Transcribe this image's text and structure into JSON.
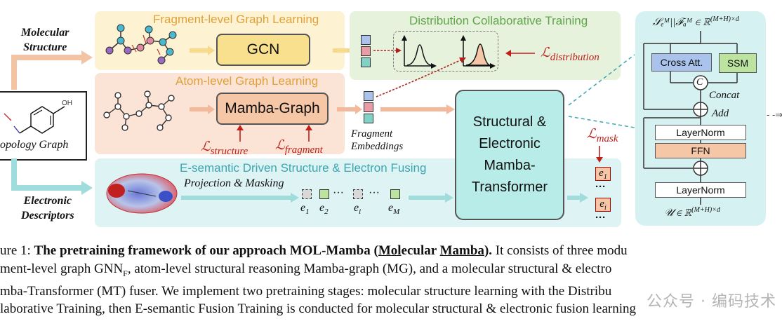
{
  "left": {
    "molecular_structure_1": "Molecular",
    "molecular_structure_2": "Structure",
    "topology_graph": "opology Graph",
    "electronic_1": "Electronic",
    "electronic_2": "Descriptors",
    "mol_oh": "OH"
  },
  "fragment_panel": {
    "title": "Fragment-level Graph Learning",
    "gcn": "GCN"
  },
  "distribution_panel": {
    "title": "Distribution Collaborative Training",
    "loss": "ℒ",
    "loss_sub": "distribution"
  },
  "atom_panel": {
    "title": "Atom-level Graph Learning",
    "mamba_graph": "Mamba-Graph",
    "loss_structure": "ℒ",
    "loss_structure_sub": "structure",
    "loss_fragment": "ℒ",
    "loss_fragment_sub": "fragment"
  },
  "fragment_embeddings_1": "Fragment",
  "fragment_embeddings_2": "Embeddings",
  "center_box": {
    "line1": "Structural &",
    "line2": "Electronic",
    "line3": "Mamba-",
    "line4": "Transformer"
  },
  "mask_loss": "ℒ",
  "mask_loss_sub": "mask",
  "esemantic_panel": {
    "title": "E-semantic Driven Structure & Electron Fusing",
    "projection": "Projection & Masking",
    "e1": "e",
    "e1_sub": "1",
    "e2": "e",
    "e2_sub": "2",
    "ei": "e",
    "ei_sub": "i",
    "eM": "e",
    "eM_sub": "M",
    "dots": "···"
  },
  "mask_col": {
    "e1": "e",
    "e1_sub": "1",
    "ei": "e",
    "ei_sub": "i",
    "dots": "···"
  },
  "right_panel": {
    "formula_top": "𝒮",
    "formula_top_text": "ℇ ||ℱ  ∈ ℝ",
    "formula_top_full": "S_E^M || F_A^M ∈ ℝ^(M+H)×d",
    "cross_att": "Cross Att.",
    "ssm": "SSM",
    "concat_sym": "C",
    "concat": "Concat",
    "add": "Add",
    "layernorm1": "LayerNorm",
    "ffn": "FFN",
    "layernorm2": "LayerNorm",
    "formula_bottom": "𝒰 ∈ ℝ^(M+H)×d"
  },
  "caption": {
    "l1_prefix": "ure 1: ",
    "l1_bold": "The pretraining framework of our approach MOL-Mamba (",
    "l1_u1": "Mol",
    "l1_mid": "ecular ",
    "l1_u2": "Mamba",
    "l1_end": ").",
    "l1_rest": " It consists of three modu",
    "l2": "ment-level graph GNN",
    "l2_sub": "F",
    "l2_rest": ", atom-level structural reasoning Mamba-graph (MG), and a molecular structural & electro",
    "l3": "mba-Transformer (MT) fuser. We implement two pretraining stages: molecular structure learning with the Distribu",
    "l4": "laborative Training, then E-semantic Fusion Training is conducted for molecular structural & electronic fusion learning"
  },
  "watermark": "公众号 · 编码技术",
  "colors": {
    "fragment_bg": "#fdf3d2",
    "gcn_fill": "#f9e08e",
    "distribution_bg": "#e6f2dc",
    "atom_bg": "#fbe4d6",
    "mamba_fill": "#f6c7a6",
    "esemantic_bg": "#def3f3",
    "center_fill": "#b8ece8",
    "right_bg": "#d6f1f1",
    "cross_att": "#a9c3ec",
    "ssm": "#bde3a0",
    "ffn": "#f6c7a6",
    "loss_red": "#c0201a",
    "panel_title_orange": "#e0a03a",
    "panel_title_green": "#5fa64a",
    "panel_title_teal": "#3aa6b0"
  }
}
